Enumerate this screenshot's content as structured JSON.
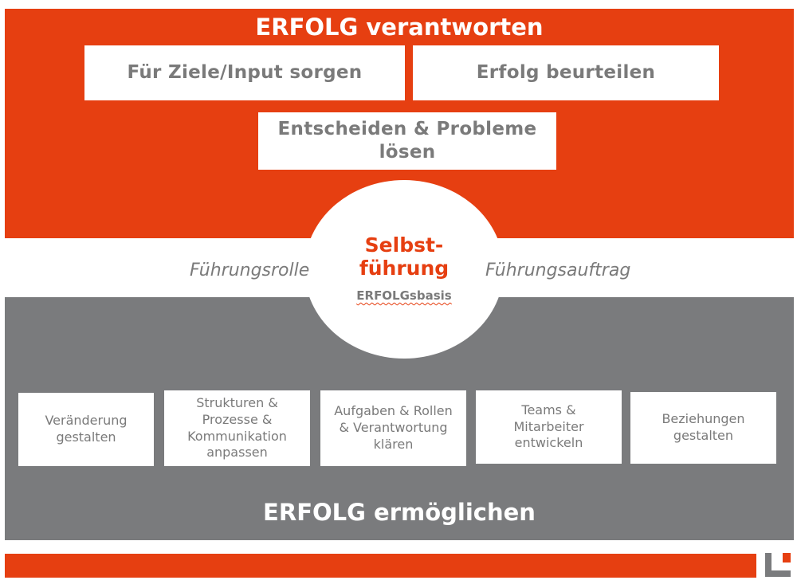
{
  "top_section": {
    "title": "ERFOLG verantworten",
    "boxes": [
      "Für Ziele/Input sorgen",
      "Erfolg beurteilen",
      "Entscheiden & Probleme lösen"
    ]
  },
  "center": {
    "title_line1": "Selbst-",
    "title_line2": "führung",
    "subtitle": "ERFOLGsbasis"
  },
  "side_labels": {
    "left": "Führungsrolle",
    "right": "Führungsauftrag"
  },
  "bottom_section": {
    "title": "ERFOLG ermöglichen",
    "boxes": [
      "Veränderung\ngestalten",
      "Strukturen &\nProzesse &\nKommunikation\nanpassen",
      "Aufgaben & Rollen\n& Verantwortung\nklären",
      "Teams &\nMitarbeiter\nentwickeln",
      "Beziehungen\ngestalten"
    ]
  },
  "colors": {
    "accent_orange": "#E63F11",
    "gray": "#7A7B7D",
    "box_text_gray": "#7A7A7A",
    "white": "#FFFFFF"
  }
}
